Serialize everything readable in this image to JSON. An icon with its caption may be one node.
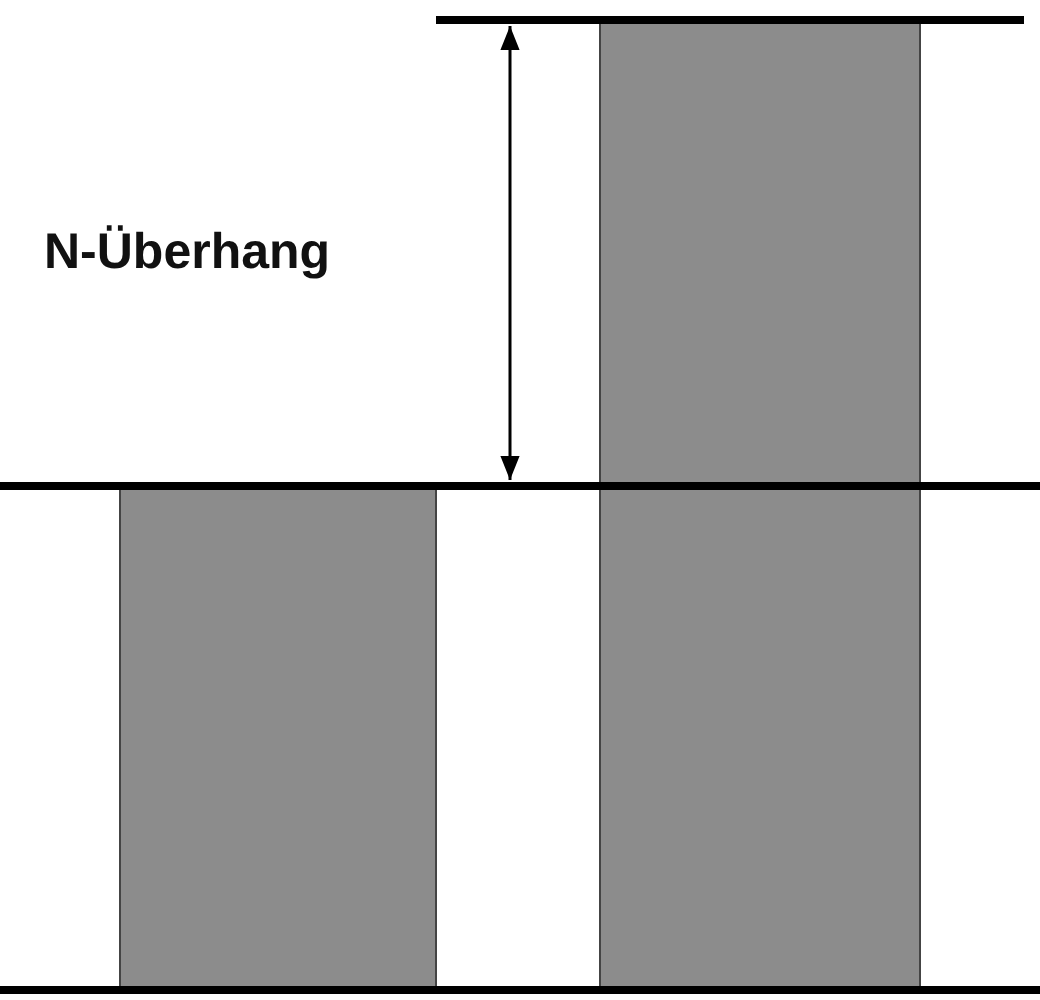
{
  "diagram": {
    "nodes": [
      {
        "text": [],
        "shape": "bar"
      },
      {
        "text": [],
        "shape": "bar"
      }
    ],
    "labels": [
      "N-Überhang"
    ]
  }
}
